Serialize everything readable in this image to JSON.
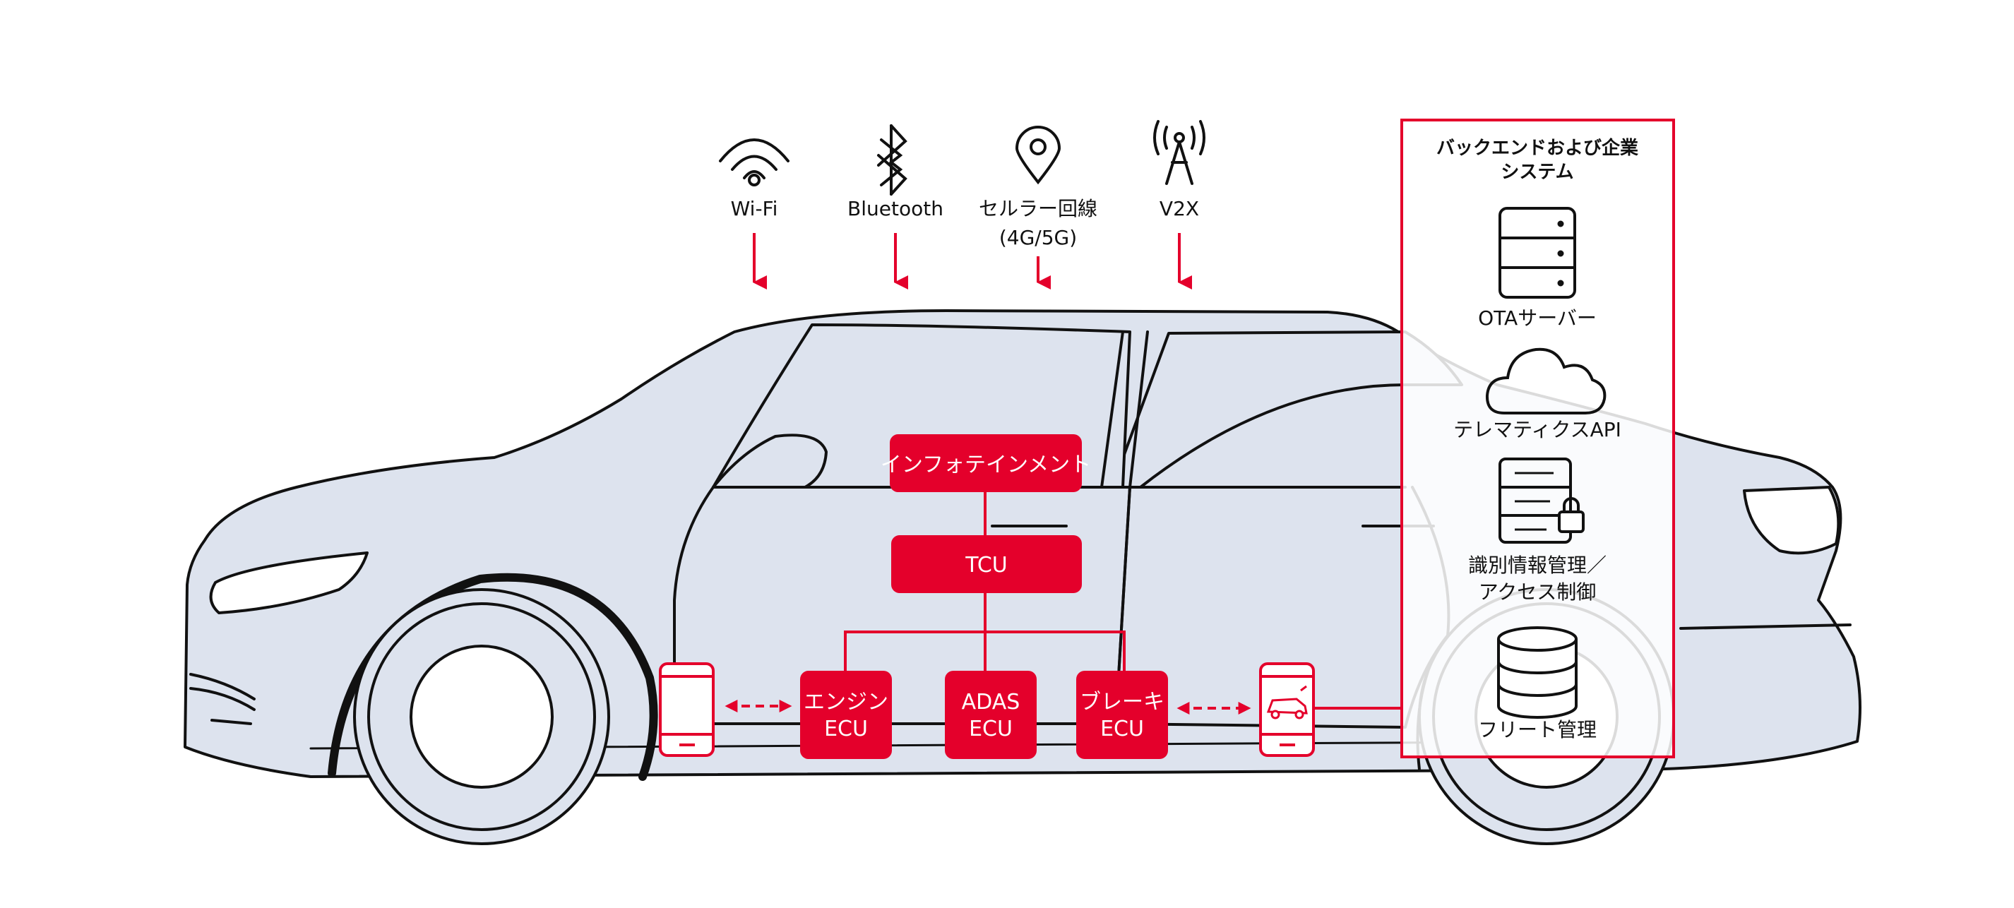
{
  "colors": {
    "accent": "#e4002b",
    "car_fill": "#dde3ee",
    "outline": "#111111",
    "background": "#ffffff"
  },
  "connectivity": [
    {
      "label": "Wi-Fi",
      "icon": "wifi-icon"
    },
    {
      "label": "Bluetooth",
      "icon": "bluetooth-icon"
    },
    {
      "label": "セルラー回線",
      "sublabel": "(4G/5G)",
      "icon": "location-pin-icon"
    },
    {
      "label": "V2X",
      "icon": "antenna-icon"
    }
  ],
  "ecu_network": {
    "infotainment": "インフォテインメント",
    "tcu": "TCU",
    "engine_ecu": [
      "エンジン",
      "ECU"
    ],
    "adas_ecu": [
      "ADAS",
      "ECU"
    ],
    "brake_ecu": [
      "ブレーキ",
      "ECU"
    ]
  },
  "devices": [
    {
      "icon": "smartphone-icon"
    },
    {
      "icon": "smartphone-car-icon"
    }
  ],
  "backend": {
    "title_line1": "バックエンドおよび企業",
    "title_line2": "システム",
    "items": [
      {
        "icon": "server-rack-icon",
        "label": "OTAサーバー"
      },
      {
        "icon": "cloud-icon",
        "label": "テレマティクスAPI"
      },
      {
        "icon": "server-lock-icon",
        "label": "識別情報管理／",
        "label2": "アクセス制御"
      },
      {
        "icon": "database-icon",
        "label": "フリート管理"
      }
    ]
  }
}
